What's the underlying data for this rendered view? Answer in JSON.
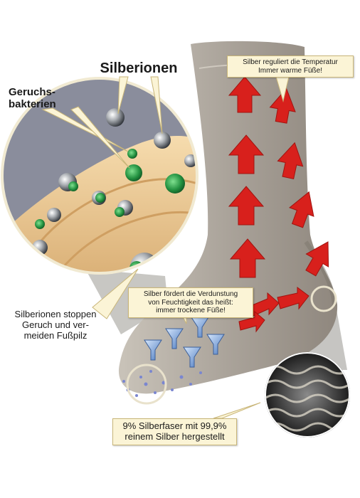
{
  "labels": {
    "silver_ions": "Silberionen",
    "odor_bacteria_1": "Geruchs-",
    "odor_bacteria_2": "bakterien",
    "temperature_1": "Silber reguliert die Temperatur",
    "temperature_2": "Immer warme Füße!",
    "evaporation_1": "Silber fördert die Verdunstung",
    "evaporation_2": "von Feuchtigkeit das heißt:",
    "evaporation_3": "immer trockene Füße!",
    "stop_1": "Silberionen stoppen",
    "stop_2": "Geruch und ver-",
    "stop_3": "meiden Fußpilz",
    "fiber_1": "9% Silberfaser mit 99,9%",
    "fiber_2": "reinem Silber hergestellt"
  },
  "icons": {
    "heat": "red-arrow-icon",
    "silver_ion": "silver-sphere-icon",
    "bacteria": "green-bacteria-icon",
    "moisture": "blue-droplet-funnel-icon"
  },
  "colors": {
    "arrow": "#d8201c",
    "bacteria": "#2fa14a",
    "callout": "#fbf4d6",
    "sock": "#b7b0a6"
  }
}
